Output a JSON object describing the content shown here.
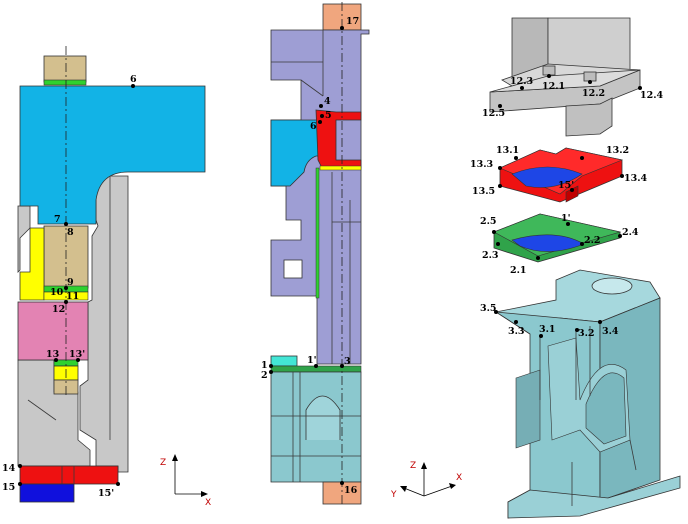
{
  "palette": {
    "gray": "#c8c8c8",
    "blue_light": "#12b3e6",
    "tan": "#d3bf8e",
    "yellow": "#ffff00",
    "green": "#2fd12f",
    "pink": "#e383b3",
    "red": "#ee1111",
    "blue_dark": "#1010dd",
    "lavender": "#9e9ed4",
    "salmon": "#f0a67e",
    "aqua": "#8bc8ce",
    "cyan_plate": "#43e6d6",
    "green_plate": "#30a34a",
    "blue_oval": "#1e46e6"
  },
  "left_view": {
    "points": [
      "6",
      "7",
      "8",
      "9",
      "10",
      "11",
      "12",
      "13",
      "13'",
      "14",
      "15",
      "15'"
    ]
  },
  "middle_view": {
    "points": [
      "17",
      "4",
      "5",
      "6",
      "1",
      "1'",
      "2",
      "3",
      "16"
    ]
  },
  "right_view": {
    "part_top": [
      "12.1",
      "12.2",
      "12.3",
      "12.4",
      "12.5"
    ],
    "part_red": [
      "13.1",
      "13.2",
      "13.3",
      "13.4",
      "13.5",
      "15'"
    ],
    "part_green": [
      "1'",
      "2.1",
      "2.2",
      "2.3",
      "2.4",
      "2.5"
    ],
    "part_bottom": [
      "3.1",
      "3.2",
      "3.3",
      "3.4",
      "3.5"
    ]
  },
  "axes": {
    "left": {
      "z": "Z",
      "x": "X"
    },
    "right": {
      "z": "Z",
      "x": "X",
      "y": "Y"
    }
  }
}
